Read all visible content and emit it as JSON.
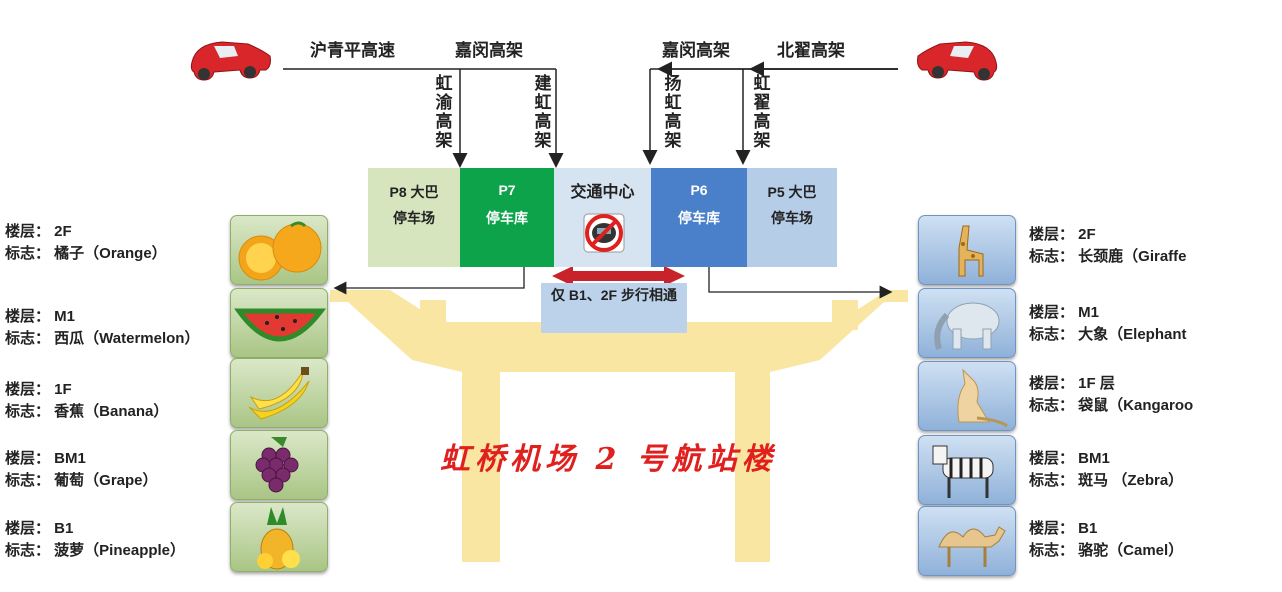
{
  "roads": {
    "top_left_1": "沪青平高速",
    "top_left_2": "嘉闵高架",
    "top_right_1": "嘉闵高架",
    "top_right_2": "北翟高架",
    "vert_1": "虹渝高架",
    "vert_2": "建虹高架",
    "vert_3": "扬虹高架",
    "vert_4": "虹翟高架"
  },
  "parking": [
    {
      "line1": "P8 大巴",
      "line2": "停车场",
      "color": "#d7e5be"
    },
    {
      "line1": "P7",
      "line2": "停车库",
      "color": "#0da34a"
    },
    {
      "line1": "交通中心",
      "line2": "",
      "color": "#d6e3f1"
    },
    {
      "line1": "P6",
      "line2": "停车库",
      "color": "#4a7fc9"
    },
    {
      "line1": "P5 大巴",
      "line2": "停车场",
      "color": "#b6cde8"
    }
  ],
  "walkway_note": "仅 B1、2F 步行相通",
  "terminal_title": "虹桥机场 2 号航站楼",
  "left_legend": [
    {
      "floor": "楼层： 2F",
      "sign": "标志： 橘子（Orange）",
      "icon": "orange-icon"
    },
    {
      "floor": "楼层： M1",
      "sign": "标志： 西瓜（Watermelon）",
      "icon": "watermelon-icon"
    },
    {
      "floor": "楼层： 1F",
      "sign": "标志： 香蕉（Banana）",
      "icon": "banana-icon"
    },
    {
      "floor": "楼层： BM1",
      "sign": "标志： 葡萄（Grape）",
      "icon": "grape-icon"
    },
    {
      "floor": "楼层： B1",
      "sign": "标志： 菠萝（Pineapple）",
      "icon": "pineapple-icon"
    }
  ],
  "right_legend": [
    {
      "floor": "楼层： 2F",
      "sign": "标志： 长颈鹿（Giraffe",
      "icon": "giraffe-icon"
    },
    {
      "floor": "楼层： M1",
      "sign": "标志： 大象（Elephant",
      "icon": "elephant-icon"
    },
    {
      "floor": "楼层： 1F 层",
      "sign": "标志： 袋鼠（Kangaroo",
      "icon": "kangaroo-icon"
    },
    {
      "floor": "楼层： BM1",
      "sign": "标志： 斑马 （Zebra）",
      "icon": "zebra-icon"
    },
    {
      "floor": "楼层： B1",
      "sign": "标志： 骆驼（Camel）",
      "icon": "camel-icon"
    }
  ],
  "colors": {
    "terminal": "#f9e6a3",
    "title": "#e0201f",
    "car": "#d9262b"
  }
}
